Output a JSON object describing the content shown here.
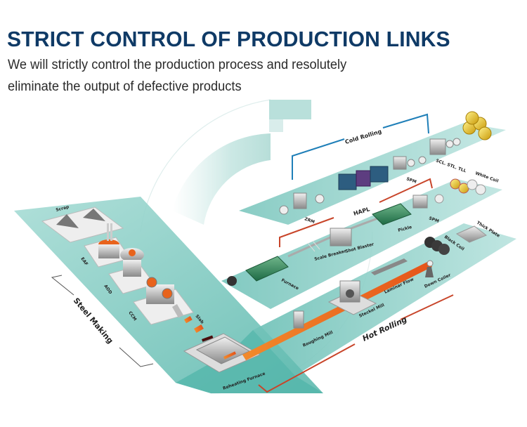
{
  "header": {
    "title": "STRICT CONTROL OF PRODUCTION LINKS",
    "subtitle_line1": "We will strictly control the production process and resolutely",
    "subtitle_line2": "eliminate the output of defective products"
  },
  "colors": {
    "title": "#0f3a66",
    "platform": "#7cc9c0",
    "platform_dark": "#4fb3a8",
    "cold_bracket": "#1f7fb8",
    "hot_bracket": "#c8452a",
    "strip": "#e8631c"
  },
  "diagram": {
    "sections": {
      "steel_making": "Steel Making",
      "hot_rolling": "Hot Rolling",
      "cold_rolling": "Cold Rolling",
      "hapl": "HAPL"
    },
    "steel_making_stations": [
      "Scrap",
      "EAF",
      "AOD",
      "CCM",
      "Slab",
      "Reheating Furnace"
    ],
    "hot_rolling_stations": [
      "Roughing Mill",
      "Steckel Mill",
      "Laminar Flow",
      "Down Coiler",
      "Black Coil",
      "Thick Plate"
    ],
    "hapl_stations": [
      "Furnace",
      "Scale Breaker",
      "Shot Blaster",
      "Pickle",
      "SPM",
      "White Coil"
    ],
    "cold_rolling_stations": [
      "ZRM",
      "SPM",
      "SCL. STL. TLL"
    ]
  }
}
